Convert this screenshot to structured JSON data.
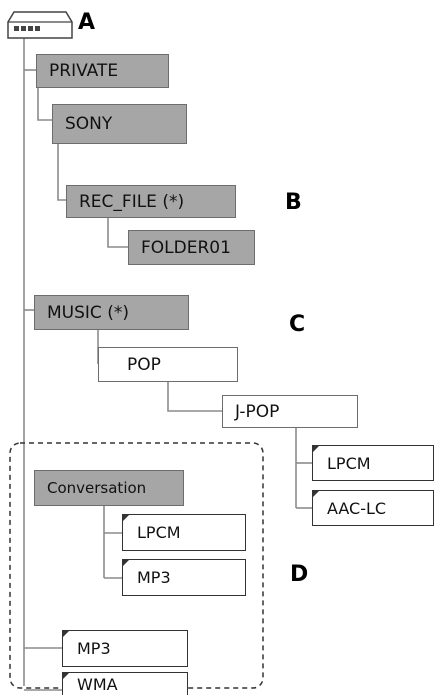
{
  "labels": {
    "a": "A",
    "b": "B",
    "c": "C",
    "d": "D"
  },
  "nodes": {
    "private": "PRIVATE",
    "sony": "SONY",
    "rec_file": "REC_FILE (*)",
    "folder01": "FOLDER01",
    "music": "MUSIC (*)",
    "pop": "POP",
    "jpop": "J-POP",
    "jpop_lpcm": "LPCM",
    "jpop_aac": "AAC-LC",
    "conversation": "Conversation",
    "conv_lpcm": "LPCM",
    "conv_mp3": "MP3",
    "mp3": "MP3",
    "wma": "WMA"
  },
  "colors": {
    "folder_fill": "#a6a6a6",
    "line": "#8c8c8c",
    "border": "#6d6d6d"
  }
}
